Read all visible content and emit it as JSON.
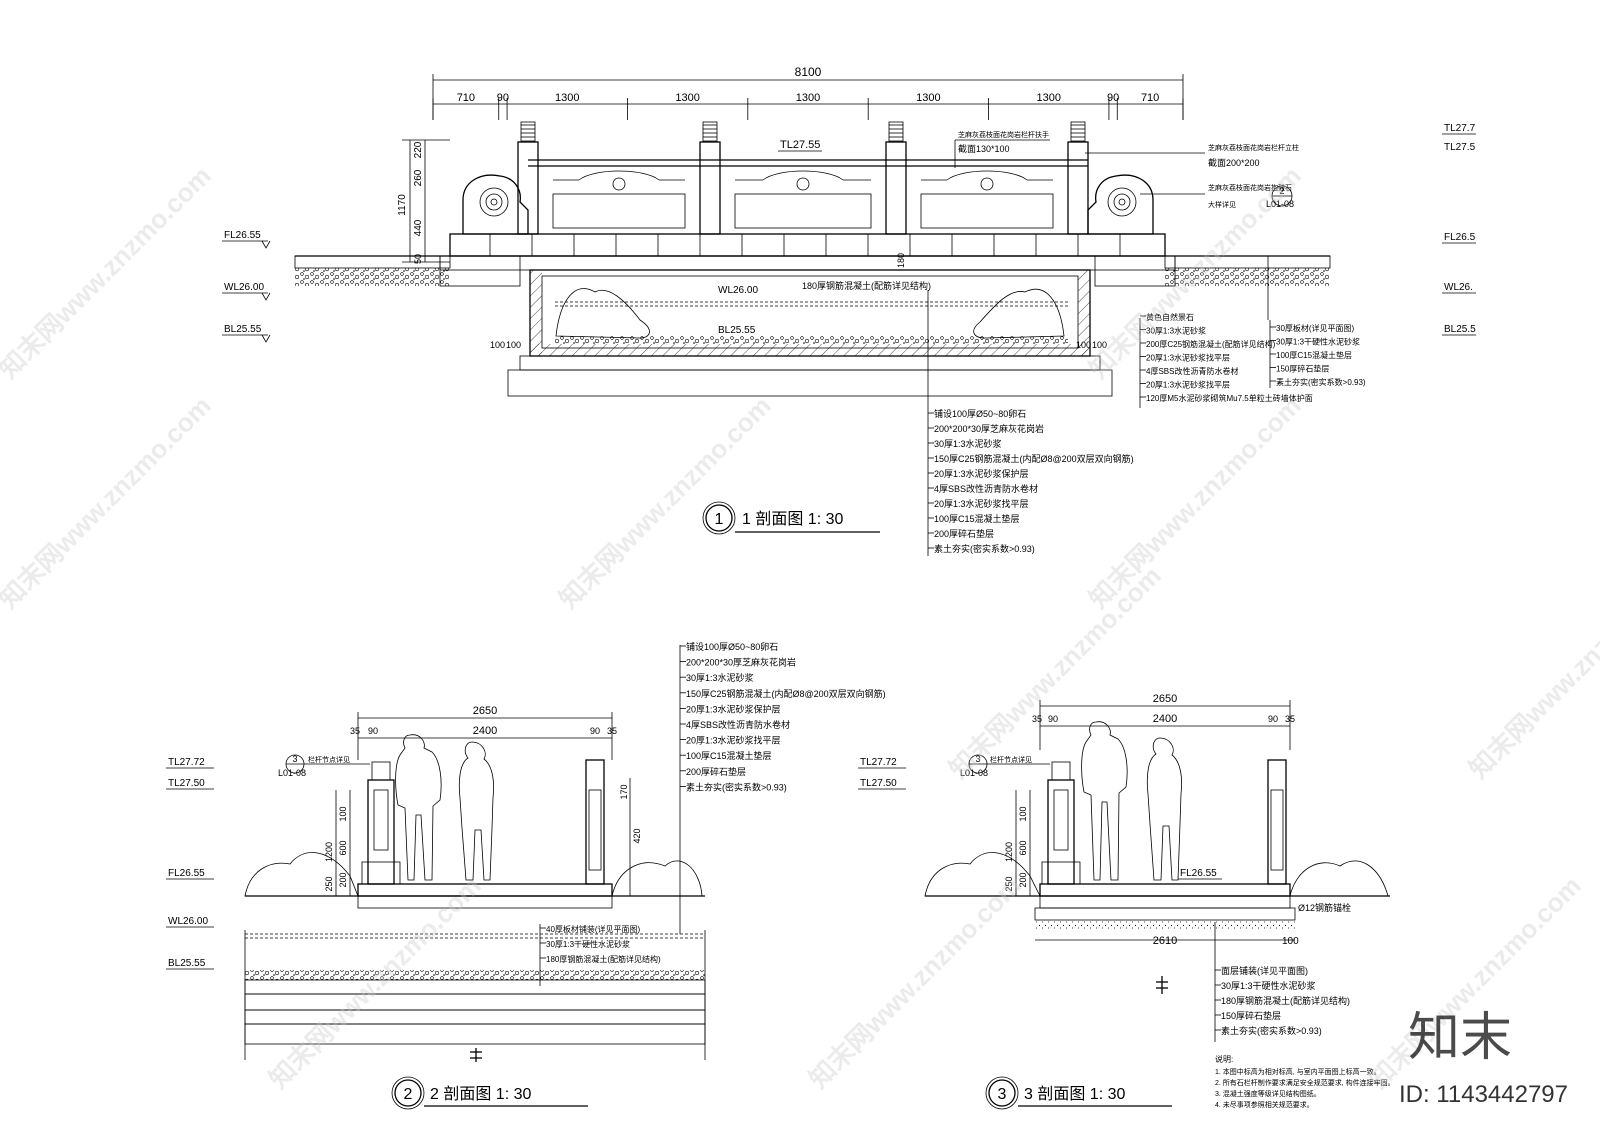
{
  "section1": {
    "title_num": "1",
    "title_text": "1 剖面图 1: 30",
    "overall_dim": "8100",
    "segment_dims": [
      "710",
      "90",
      "1300",
      "1300",
      "1300",
      "1300",
      "1300",
      "90",
      "710"
    ],
    "elevations": [
      "FL26.55",
      "WL26.00",
      "BL25.55"
    ],
    "top_level": "TL27.55",
    "water_level": "WL26.00",
    "bottom_level": "BL25.55",
    "left_dims": [
      "1170",
      "220",
      "260",
      "440",
      "50"
    ],
    "bridge_deck_note": "180厚钢筋混凝土(配筋详见结构)",
    "deck_depth": "180",
    "edge_dims": [
      "100",
      "100",
      "100",
      "100"
    ],
    "rail_notes": [
      "芝麻灰荔枝面花岗岩栏杆扶手",
      "截面130*100",
      "芝麻灰荔枝面花岗岩栏杆立柱",
      "截面200*200",
      "芝麻灰荔枝面花岗岩抱鼓石",
      "大样详见"
    ],
    "detail_ref_num": "2",
    "detail_ref_sheet": "L01-08",
    "right_layers": [
      "黄色自然景石",
      "30厚1:3水泥砂浆",
      "200厚C25钢筋混凝土(配筋详见结构)",
      "20厚1:3水泥砂浆找平层",
      "4厚SBS改性沥青防水卷材",
      "20厚1:3水泥砂浆找平层",
      "120厚M5水泥砂浆砌筑Mu7.5单粒土砖墙体护面"
    ],
    "far_right_layers": [
      "30厚板材(详见平面图)",
      "30厚1:3干硬性水泥砂浆",
      "100厚C15混凝土垫层",
      "150厚碎石垫层",
      "素土夯实(密实系数>0.93)"
    ],
    "bottom_layers": [
      "铺设100厚Ø50~80卵石",
      "200*200*30厚芝麻灰花岗岩",
      "30厚1:3水泥砂浆",
      "150厚C25钢筋混凝土(内配Ø8@200双层双向钢筋)",
      "20厚1:3水泥砂浆保护层",
      "4厚SBS改性沥青防水卷材",
      "20厚1:3水泥砂浆找平层",
      "100厚C15混凝土垫层",
      "200厚碎石垫层",
      "素土夯实(密实系数>0.93)"
    ],
    "cut_labels": [
      "TL27.7",
      "TL27.5",
      "FL26.5",
      "WL26.",
      "BL25.5"
    ]
  },
  "section2": {
    "title_num": "2",
    "title_text": "2 剖面图 1: 30",
    "width_dim": "2650",
    "inner_dim": "2400",
    "edge_dims": [
      "35",
      "90",
      "90",
      "35"
    ],
    "elevations": [
      "TL27.72",
      "TL27.50",
      "FL26.55",
      "WL26.00",
      "BL25.55"
    ],
    "detail_ref_num": "3",
    "detail_ref_sheet": "L01-08",
    "detail_note": "栏杆节点详见",
    "post_dims": [
      "100",
      "600",
      "1200",
      "250",
      "200"
    ],
    "right_post_dims": [
      "170",
      "420"
    ],
    "layers": [
      "铺设100厚Ø50~80卵石",
      "200*200*30厚芝麻灰花岗岩",
      "30厚1:3水泥砂浆",
      "150厚C25钢筋混凝土(内配Ø8@200双层双向钢筋)",
      "20厚1:3水泥砂浆保护层",
      "4厚SBS改性沥青防水卷材",
      "20厚1:3水泥砂浆找平层",
      "100厚C15混凝土垫层",
      "200厚碎石垫层",
      "素土夯实(密实系数>0.93)"
    ],
    "deck_layers": [
      "40厚板材铺装(详见平面图)",
      "30厚1:3干硬性水泥砂浆",
      "180厚钢筋混凝土(配筋详见结构)"
    ]
  },
  "section3": {
    "title_num": "3",
    "title_text": "3 剖面图 1: 30",
    "width_dim": "2650",
    "inner_dim": "2400",
    "edge_dims": [
      "35",
      "90",
      "90",
      "35"
    ],
    "elevations": [
      "TL27.72",
      "TL27.50"
    ],
    "floor_level": "FL26.55",
    "detail_ref_num": "3",
    "detail_ref_sheet": "L01-08",
    "detail_note": "栏杆节点详见",
    "post_dims": [
      "100",
      "600",
      "1200",
      "250",
      "200"
    ],
    "rebar_note": "Ø12钢筋锚栓",
    "base_dim": "2610",
    "base_edge": "100",
    "layers": [
      "面层铺装(详见平面图)",
      "30厚1:3干硬性水泥砂浆",
      "180厚钢筋混凝土(配筋详见结构)",
      "150厚碎石垫层",
      "素土夯实(密实系数>0.93)"
    ]
  },
  "notes": {
    "heading": "说明:",
    "items": [
      "1. 本图中标高为相对标高, 与室内平面图上标高一致。",
      "2. 所有石栏杆制作要求满足安全规范要求, 构件连接牢固。",
      "3. 混凝土强度等级详见结构图纸。",
      "4. 未尽事项参照相关规范要求。"
    ]
  },
  "watermark": {
    "site": "知末网www.znzmo.com",
    "brand": "知末",
    "id_text": "ID: 1143442797"
  }
}
